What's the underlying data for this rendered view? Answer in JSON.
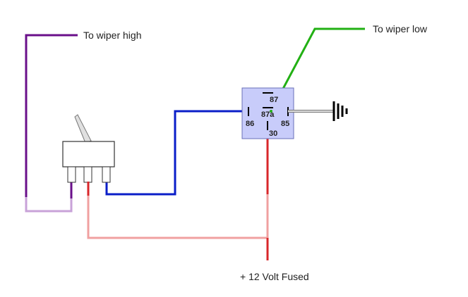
{
  "labels": {
    "wiper_high": "To wiper high",
    "wiper_low": "To wiper low",
    "power": "+ 12 Volt Fused"
  },
  "relay": {
    "pins": {
      "p87": "87",
      "p87a": "87a",
      "p86": "86",
      "p85": "85",
      "p30": "30"
    }
  },
  "colors": {
    "purple_wire": "#6a0f8a",
    "purple_wire_light": "#c8a2d8",
    "green_wire": "#22b014",
    "blue_wire": "#0a1ec8",
    "red_wire": "#d8262a",
    "pink_wire": "#f0a0a0",
    "relay_body": "#c8ccfa",
    "ground": "#000000"
  }
}
